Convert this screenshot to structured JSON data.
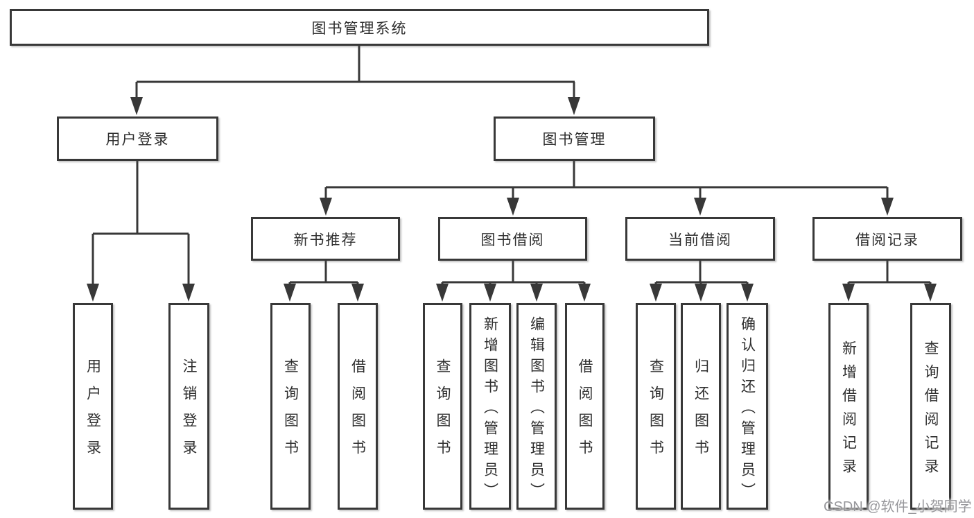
{
  "title": "图书管理系统",
  "groups": {
    "login": {
      "label": "用户登录",
      "leaves": [
        "用户登录",
        "注销登录"
      ]
    },
    "manage": {
      "label": "图书管理"
    },
    "recommend": {
      "label": "新书推荐",
      "leaves": [
        "查询图书",
        "借阅图书"
      ]
    },
    "borrow": {
      "label": "图书借阅",
      "leaves": [
        "查询图书",
        "新增图书（管理员）",
        "编辑图书（管理员）",
        "借阅图书"
      ]
    },
    "current": {
      "label": "当前借阅",
      "leaves": [
        "查询图书",
        "归还图书",
        "确认归还（管理员）"
      ]
    },
    "records": {
      "label": "借阅记录",
      "leaves": [
        "新增借阅记录",
        "查询借阅记录"
      ]
    }
  },
  "watermark": {
    "text": "CSDN @软件_小贺同学"
  },
  "colors": {
    "line": "#383838",
    "text": "#2f2f2f",
    "watermark": "#97979b",
    "bg": "#ffffff"
  }
}
